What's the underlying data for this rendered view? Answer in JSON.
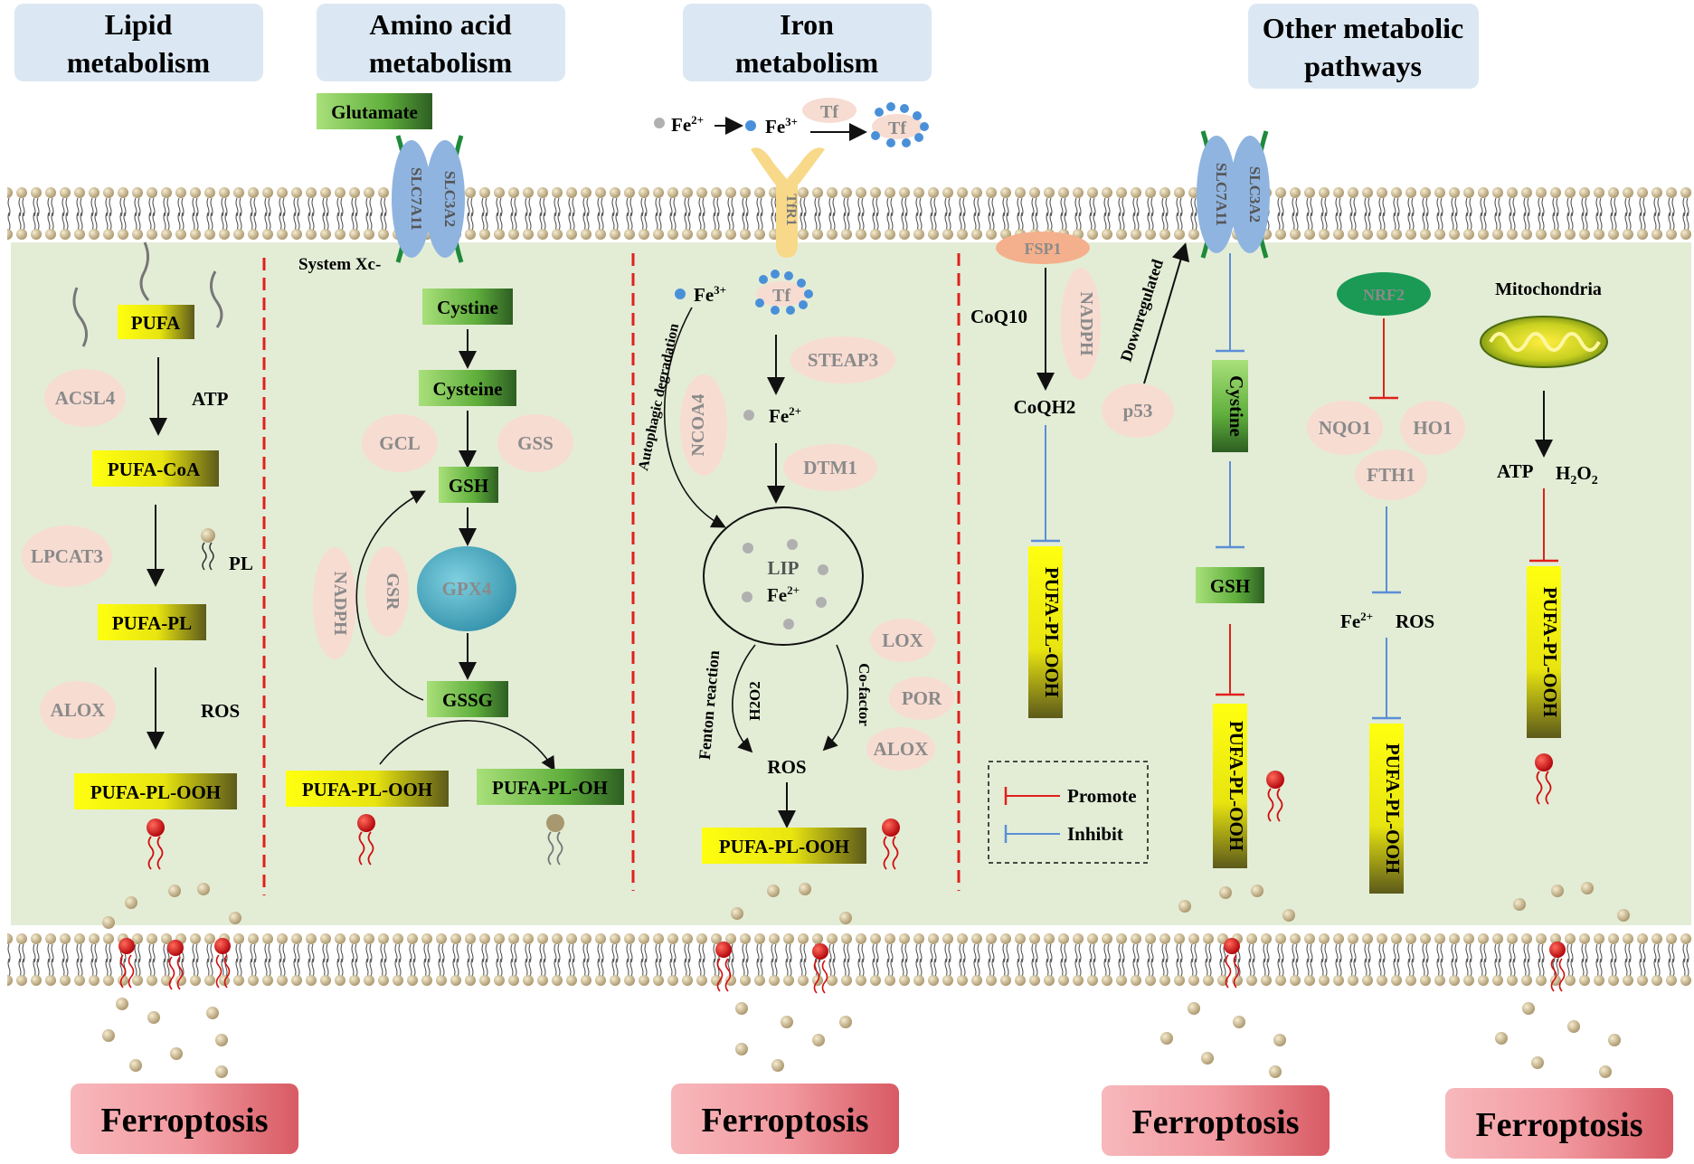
{
  "headers": {
    "lipid": [
      "Lipid",
      "metabolism"
    ],
    "amino": [
      "Amino acid",
      "metabolism"
    ],
    "iron": [
      "Iron",
      "metabolism"
    ],
    "other": [
      "Other metabolic",
      "pathways"
    ]
  },
  "ferroptosis_label": "Ferroptosis",
  "lipid": {
    "pufa": "PUFA",
    "pufa_coa": "PUFA-CoA",
    "pufa_pl": "PUFA-PL",
    "pufa_pl_ooh": "PUFA-PL-OOH",
    "acsl4": "ACSL4",
    "lpcat3": "LPCAT3",
    "alox": "ALOX",
    "atp": "ATP",
    "pl": "PL",
    "ros": "ROS"
  },
  "amino": {
    "glutamate": "Glutamate",
    "system_xc": "System Xc-",
    "slc7a11": "SLC7A11",
    "slc3a2": "SLC3A2",
    "cystine": "Cystine",
    "cysteine": "Cysteine",
    "gcl": "GCL",
    "gss": "GSS",
    "gsh": "GSH",
    "gpx4": "GPX4",
    "gsr": "GSR",
    "nadph": "NADPH",
    "gssg": "GSSG",
    "pufa_pl_ooh": "PUFA-PL-OOH",
    "pufa_pl_oh": "PUFA-PL-OH"
  },
  "iron": {
    "fe2": "Fe",
    "fe2_sup": "2+",
    "fe3": "Fe",
    "fe3_sup": "3+",
    "tf": "Tf",
    "tfr1": "TfR1",
    "steap3": "STEAP3",
    "dtm1": "DTM1",
    "ncoa4": "NCOA4",
    "autophagic": "Autophagic degradation",
    "lip": "LIP",
    "fenton": "Fenton reaction",
    "h2o2": "H2O2",
    "cofactor": "Co-factor",
    "lox": "LOX",
    "por": "POR",
    "alox": "ALOX",
    "ros": "ROS",
    "pufa_pl_ooh": "PUFA-PL-OOH"
  },
  "other": {
    "fsp1": "FSP1",
    "coq10": "CoQ10",
    "coqh2": "CoQH2",
    "nadph": "NADPH",
    "downregulated": "Downregulated",
    "p53": "p53",
    "slc7a11": "SLC7A11",
    "slc3a2": "SLC3A2",
    "cystine": "Cystine",
    "gsh": "GSH",
    "nrf2": "NRF2",
    "nqo1": "NQO1",
    "ho1": "HO1",
    "fth1": "FTH1",
    "ros": "ROS",
    "mitochondria": "Mitochondria",
    "atp": "ATP",
    "h2o2": "H2O2",
    "pufa_pl_ooh": "PUFA-PL-OOH"
  },
  "legend": {
    "promote": "Promote",
    "inhibit": "Inhibit"
  },
  "colors": {
    "cell_bg": "#e3edd6",
    "header_bg": "#dbe8f3",
    "yellow_box": "#f7f21a",
    "green_box": "#7cc14c",
    "pink_ellipse": "#f7dcd2",
    "ferroptosis_bg": "#e8888f",
    "red_line": "#e0201c",
    "blue_line": "#5b8ed6",
    "lipid_head": "#c8b88a",
    "gpx4": "#3f9fb8",
    "nrf2": "#1a9a55"
  }
}
